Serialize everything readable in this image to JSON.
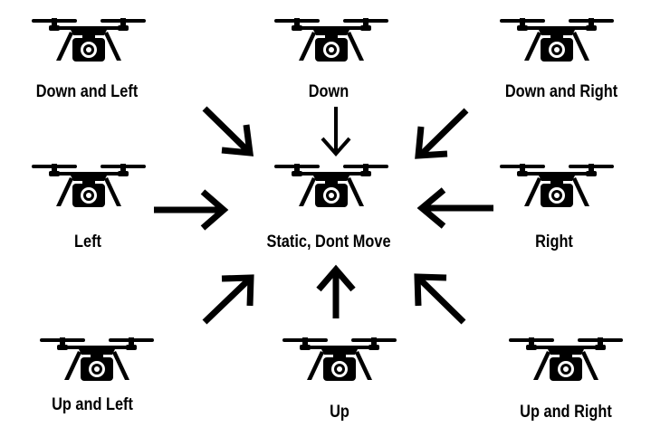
{
  "colors": {
    "ink": "#000000",
    "background": "#ffffff"
  },
  "icon_names": {
    "drone": "drone-icon",
    "arrow": "arrow-icon"
  },
  "labels": {
    "down_left": "Down and Left",
    "down": "Down",
    "down_right": "Down and Right",
    "left": "Left",
    "center": "Static, Dont Move",
    "right": "Right",
    "up_left": "Up and Left",
    "up": "Up",
    "up_right": "Up and Right"
  }
}
